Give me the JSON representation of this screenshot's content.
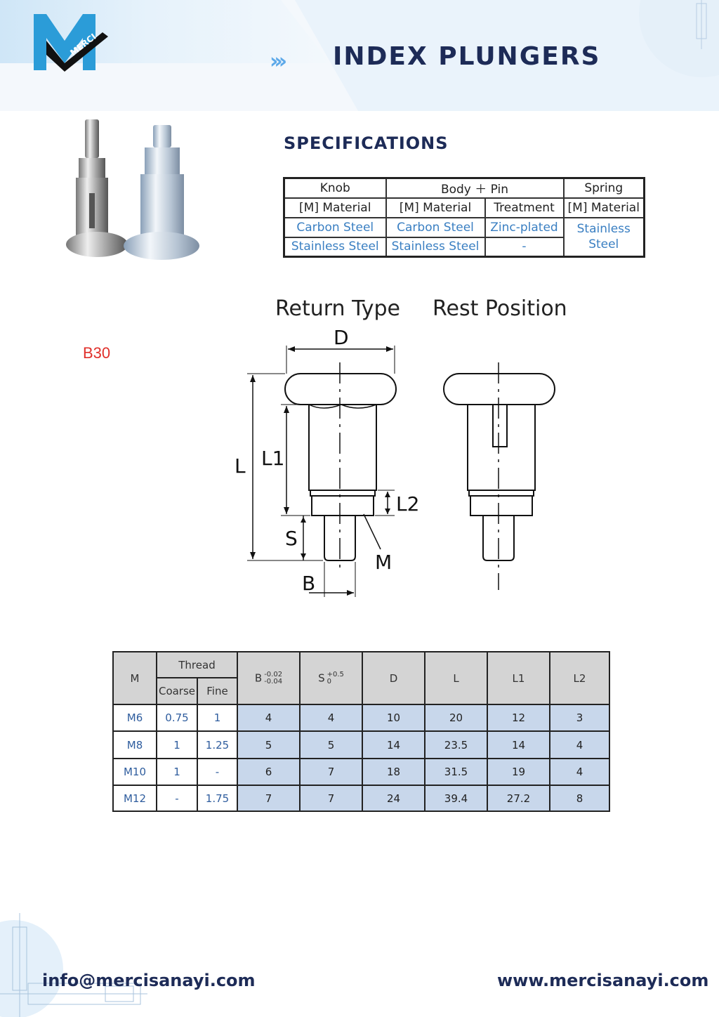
{
  "header": {
    "title": "INDEX PLUNGERS",
    "arrows": "›››",
    "logo_text": "MERCI"
  },
  "specifications": {
    "heading": "SPECIFICATIONS",
    "groups": {
      "knob": "Knob",
      "body_pin": "Body ＋ Pin",
      "spring": "Spring"
    },
    "subheaders": {
      "knob_material": "[M] Material",
      "body_material": "[M] Material",
      "treatment": "Treatment",
      "spring_material": "[M] Material"
    },
    "rows": [
      {
        "knob": "Carbon Steel",
        "body": "Carbon Steel",
        "treatment": "Zinc-plated"
      },
      {
        "knob": "Stainless Steel",
        "body": "Stainless Steel",
        "treatment": "-"
      }
    ],
    "spring_value": [
      "Stainless",
      "Steel"
    ]
  },
  "model_code": "B30",
  "drawing": {
    "left_title": "Return Type",
    "right_title": "Rest Position",
    "labels": {
      "D": "D",
      "L": "L",
      "L1": "L1",
      "L2": "L2",
      "S": "S",
      "M": "M",
      "B": "B"
    }
  },
  "dimensions_table": {
    "headers": {
      "m": "M",
      "thread": "Thread",
      "coarse": "Coarse",
      "fine": "Fine",
      "b": "B",
      "b_tol_top": "-0.02",
      "b_tol_bottom": "-0.04",
      "s": "S",
      "s_tol_top": "+0.5",
      "s_tol_bottom": "0",
      "d": "D",
      "l": "L",
      "l1": "L1",
      "l2": "L2"
    },
    "rows": [
      {
        "m": "M6",
        "coarse": "0.75",
        "fine": "1",
        "b": "4",
        "s": "4",
        "d": "10",
        "l": "20",
        "l1": "12",
        "l2": "3"
      },
      {
        "m": "M8",
        "coarse": "1",
        "fine": "1.25",
        "b": "5",
        "s": "5",
        "d": "14",
        "l": "23.5",
        "l1": "14",
        "l2": "4"
      },
      {
        "m": "M10",
        "coarse": "1",
        "fine": "-",
        "b": "6",
        "s": "7",
        "d": "18",
        "l": "31.5",
        "l1": "19",
        "l2": "4"
      },
      {
        "m": "M12",
        "coarse": "-",
        "fine": "1.75",
        "b": "7",
        "s": "7",
        "d": "24",
        "l": "39.4",
        "l1": "27.2",
        "l2": "8"
      }
    ]
  },
  "footer": {
    "email": "info@mercisanayi.com",
    "website": "www.mercisanayi.com"
  },
  "colors": {
    "brand_navy": "#1d2b57",
    "brand_blue": "#3a7fc2",
    "accent_light_blue": "#5da9e9",
    "table_value_bg": "#c8d7eb",
    "model_code_red": "#e0302b"
  }
}
